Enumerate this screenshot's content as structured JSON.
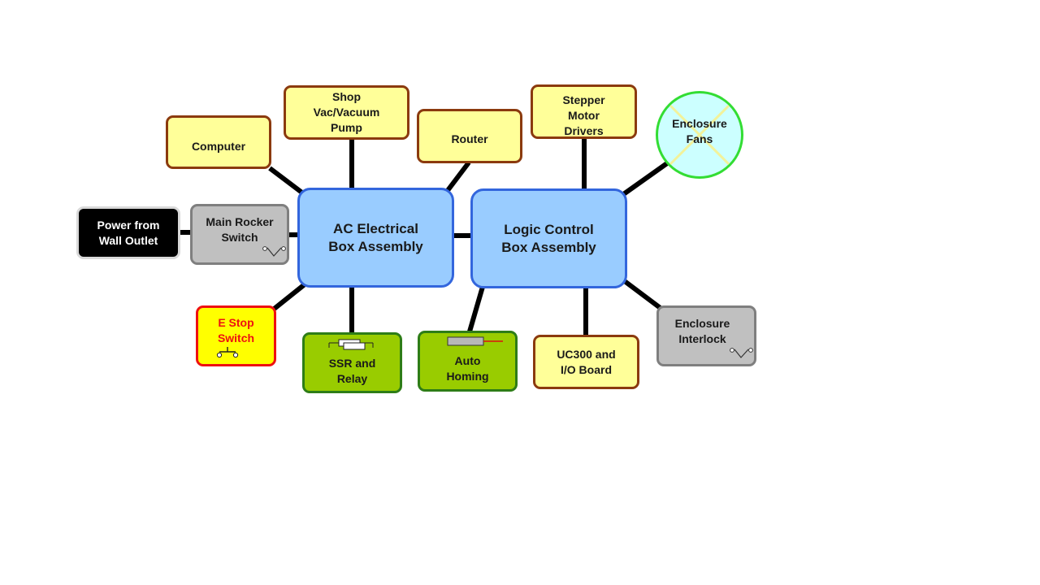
{
  "diagram": {
    "nodes": {
      "ac_box": "AC Electrical\nBox Assembly",
      "logic_box": "Logic Control\nBox Assembly",
      "computer": "Computer",
      "shop_vac": "Shop\nVac/Vacuum\nPump",
      "router": "Router",
      "stepper": "Stepper\nMotor\nDrivers",
      "fans": "Enclosure\nFans",
      "power": "Power from\nWall Outlet",
      "rocker": "Main Rocker\nSwitch",
      "estop": "E Stop\nSwitch",
      "ssr": "SSR and\nRelay",
      "homing": "Auto\nHoming",
      "uc300": "UC300 and\nI/O Board",
      "interlock": "Enclosure\nInterlock"
    },
    "icons": {
      "rocker": "switch-symbol-icon",
      "estop": "push-button-symbol-icon",
      "ssr": "relay-symbol-icon",
      "homing": "limit-switch-symbol-icon",
      "interlock": "switch-symbol-icon",
      "fans": "fan-cross-icon"
    },
    "colors": {
      "hub_fill": "#99ccff",
      "hub_border": "#3366dd",
      "peripheral_fill": "#ffff99",
      "peripheral_border": "#8b3a0e",
      "switch_fill": "#c0c0c0",
      "sensor_fill": "#99cc00",
      "estop_fill": "#ffff00",
      "estop_border": "#ee1111",
      "fan_fill": "#ccffff",
      "fan_border": "#33dd33",
      "connector": "#000000"
    }
  }
}
